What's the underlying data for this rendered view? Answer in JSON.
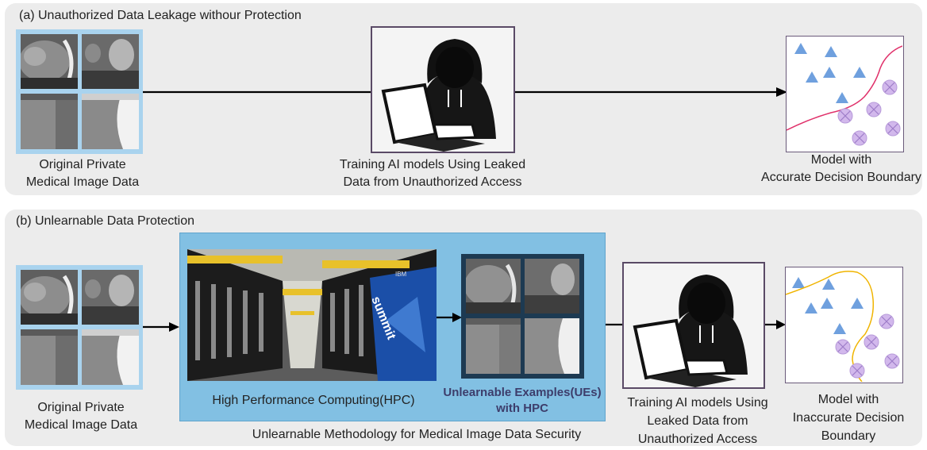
{
  "panel_a": {
    "title": "(a) Unauthorized Data Leakage withour Protection",
    "input_caption_line1": "Original Private",
    "input_caption_line2": "Medical Image Data",
    "hacker_caption_line1": "Training AI models Using Leaked",
    "hacker_caption_line2": "Data from Unauthorized Access",
    "model_caption_line1": "Model with",
    "model_caption_line2": "Accurate Decision Boundary"
  },
  "panel_b": {
    "title": "(b) Unlearnable Data Protection",
    "input_caption_line1": "Original Private",
    "input_caption_line2": "Medical Image Data",
    "hpc_caption": "High Performance Computing(HPC)",
    "hpc_brand": "IBM",
    "hpc_name": "summit",
    "ue_label_line1": "Unlearnable Examples(UEs)",
    "ue_label_line2": "with HPC",
    "methodology_caption": "Unlearnable Methodology for Medical Image Data Security",
    "hacker_caption_line1": "Training AI models Using",
    "hacker_caption_line2": "Leaked Data from",
    "hacker_caption_line3": "Unauthorized Access",
    "model_caption_line1": "Model with",
    "model_caption_line2": "Inaccurate Decision",
    "model_caption_line3": "Boundary"
  },
  "colors": {
    "panel_bg": "#ececec",
    "image_frame": "#a9d3ee",
    "hpc_box": "#82c0e3",
    "ue_frame": "#1d3a52",
    "triangle": "#6fa0de",
    "circle": "#d2b8ec",
    "accurate_boundary": "#e0306a",
    "inaccurate_boundary": "#f0b400"
  }
}
